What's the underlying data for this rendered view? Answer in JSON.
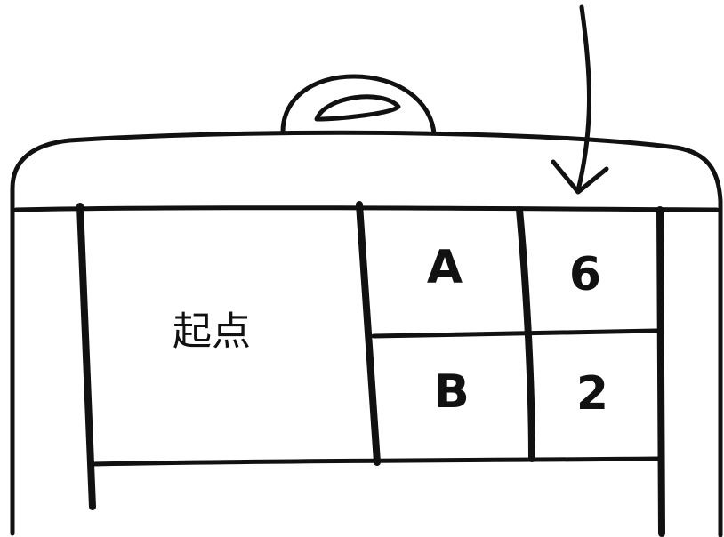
{
  "diagram": {
    "start_label": "起点",
    "cells": [
      {
        "id": "top-left",
        "label": "A"
      },
      {
        "id": "top-right",
        "label": "6"
      },
      {
        "id": "bottom-left",
        "label": "B"
      },
      {
        "id": "bottom-right",
        "label": "2"
      }
    ],
    "stroke_color": "#111111",
    "background_color": "#ffffff"
  }
}
